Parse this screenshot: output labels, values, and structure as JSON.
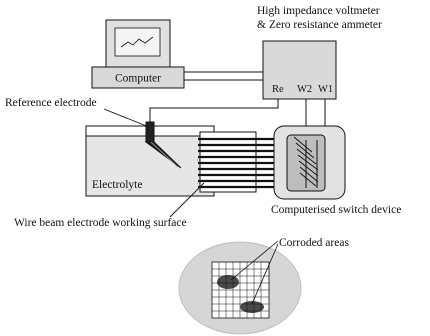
{
  "labels": {
    "voltmeter_line1": "High impedance voltmeter",
    "voltmeter_line2": "& Zero resistance ammeter",
    "computer": "Computer",
    "terminal_re": "Re",
    "terminal_w2": "W2",
    "terminal_w1": "W1",
    "reference_electrode": "Reference electrode",
    "electrolyte": "Electrolyte",
    "switch_device": "Computerised switch device",
    "working_surface": "Wire beam electrode working surface",
    "corroded_areas": "Corroded areas"
  },
  "colors": {
    "line": "#111111",
    "box_fill": "#d9d9d9",
    "light_fill": "#e8e8e8",
    "circle_fill": "#d6d6d6",
    "corrosion": "#4a4a4a"
  }
}
